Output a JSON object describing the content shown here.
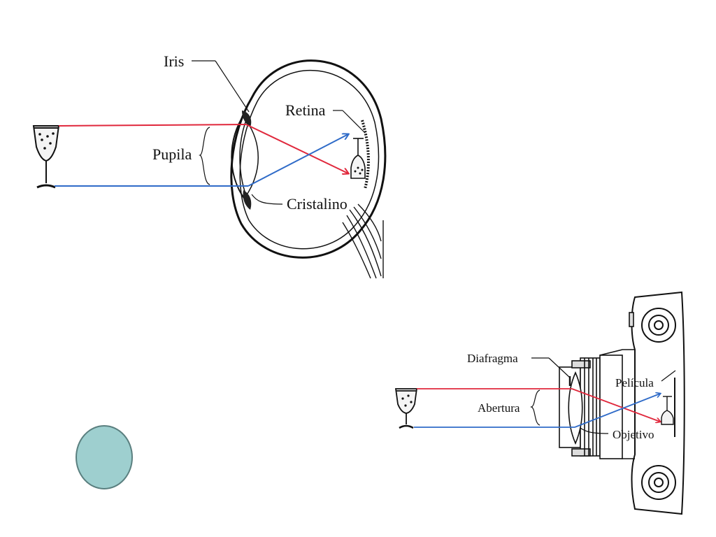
{
  "eye": {
    "labels": {
      "iris": "Iris",
      "retina": "Retina",
      "pupil": "Pupila",
      "lens": "Cristalino"
    }
  },
  "camera": {
    "labels": {
      "diaphragm": "Diafragma",
      "film": "Película",
      "aperture": "Abertura",
      "objective": "Objetivo"
    }
  },
  "colors": {
    "ray_top": "#e0283c",
    "ray_bottom": "#2f6bc8",
    "ink": "#111111",
    "dot_fill": "#9ecfcf",
    "dot_stroke": "#5a7f7f"
  }
}
